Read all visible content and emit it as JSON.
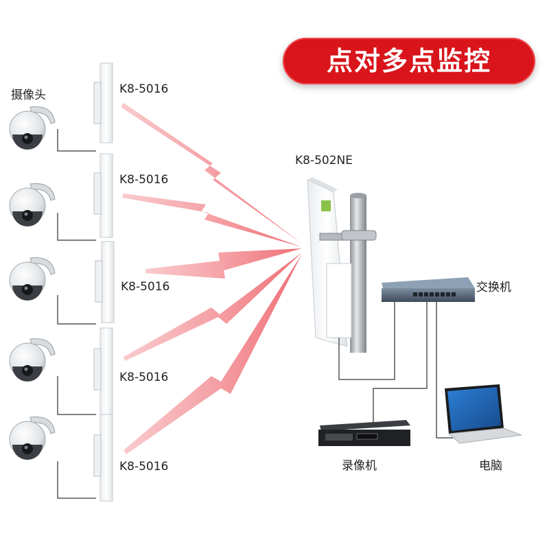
{
  "title": "点对多点监控",
  "camera_group_label": "摄像头",
  "client_units": [
    {
      "model": "K8-5016"
    },
    {
      "model": "K8-5016"
    },
    {
      "model": "K8-5016"
    },
    {
      "model": "K8-5016"
    },
    {
      "model": "K8-5016"
    }
  ],
  "base_station": {
    "model": "K8-502NE"
  },
  "devices": {
    "switch": "交换机",
    "recorder": "录像机",
    "computer": "电脑"
  },
  "colors": {
    "title_bg": "#d9141b",
    "signal": "#f08a8f",
    "cable": "#555555"
  },
  "icons": [
    "ptz-camera-icon",
    "panel-antenna-icon",
    "sector-antenna-icon",
    "network-switch-icon",
    "dvr-recorder-icon",
    "laptop-icon",
    "wireless-signal-bolt-icon"
  ]
}
